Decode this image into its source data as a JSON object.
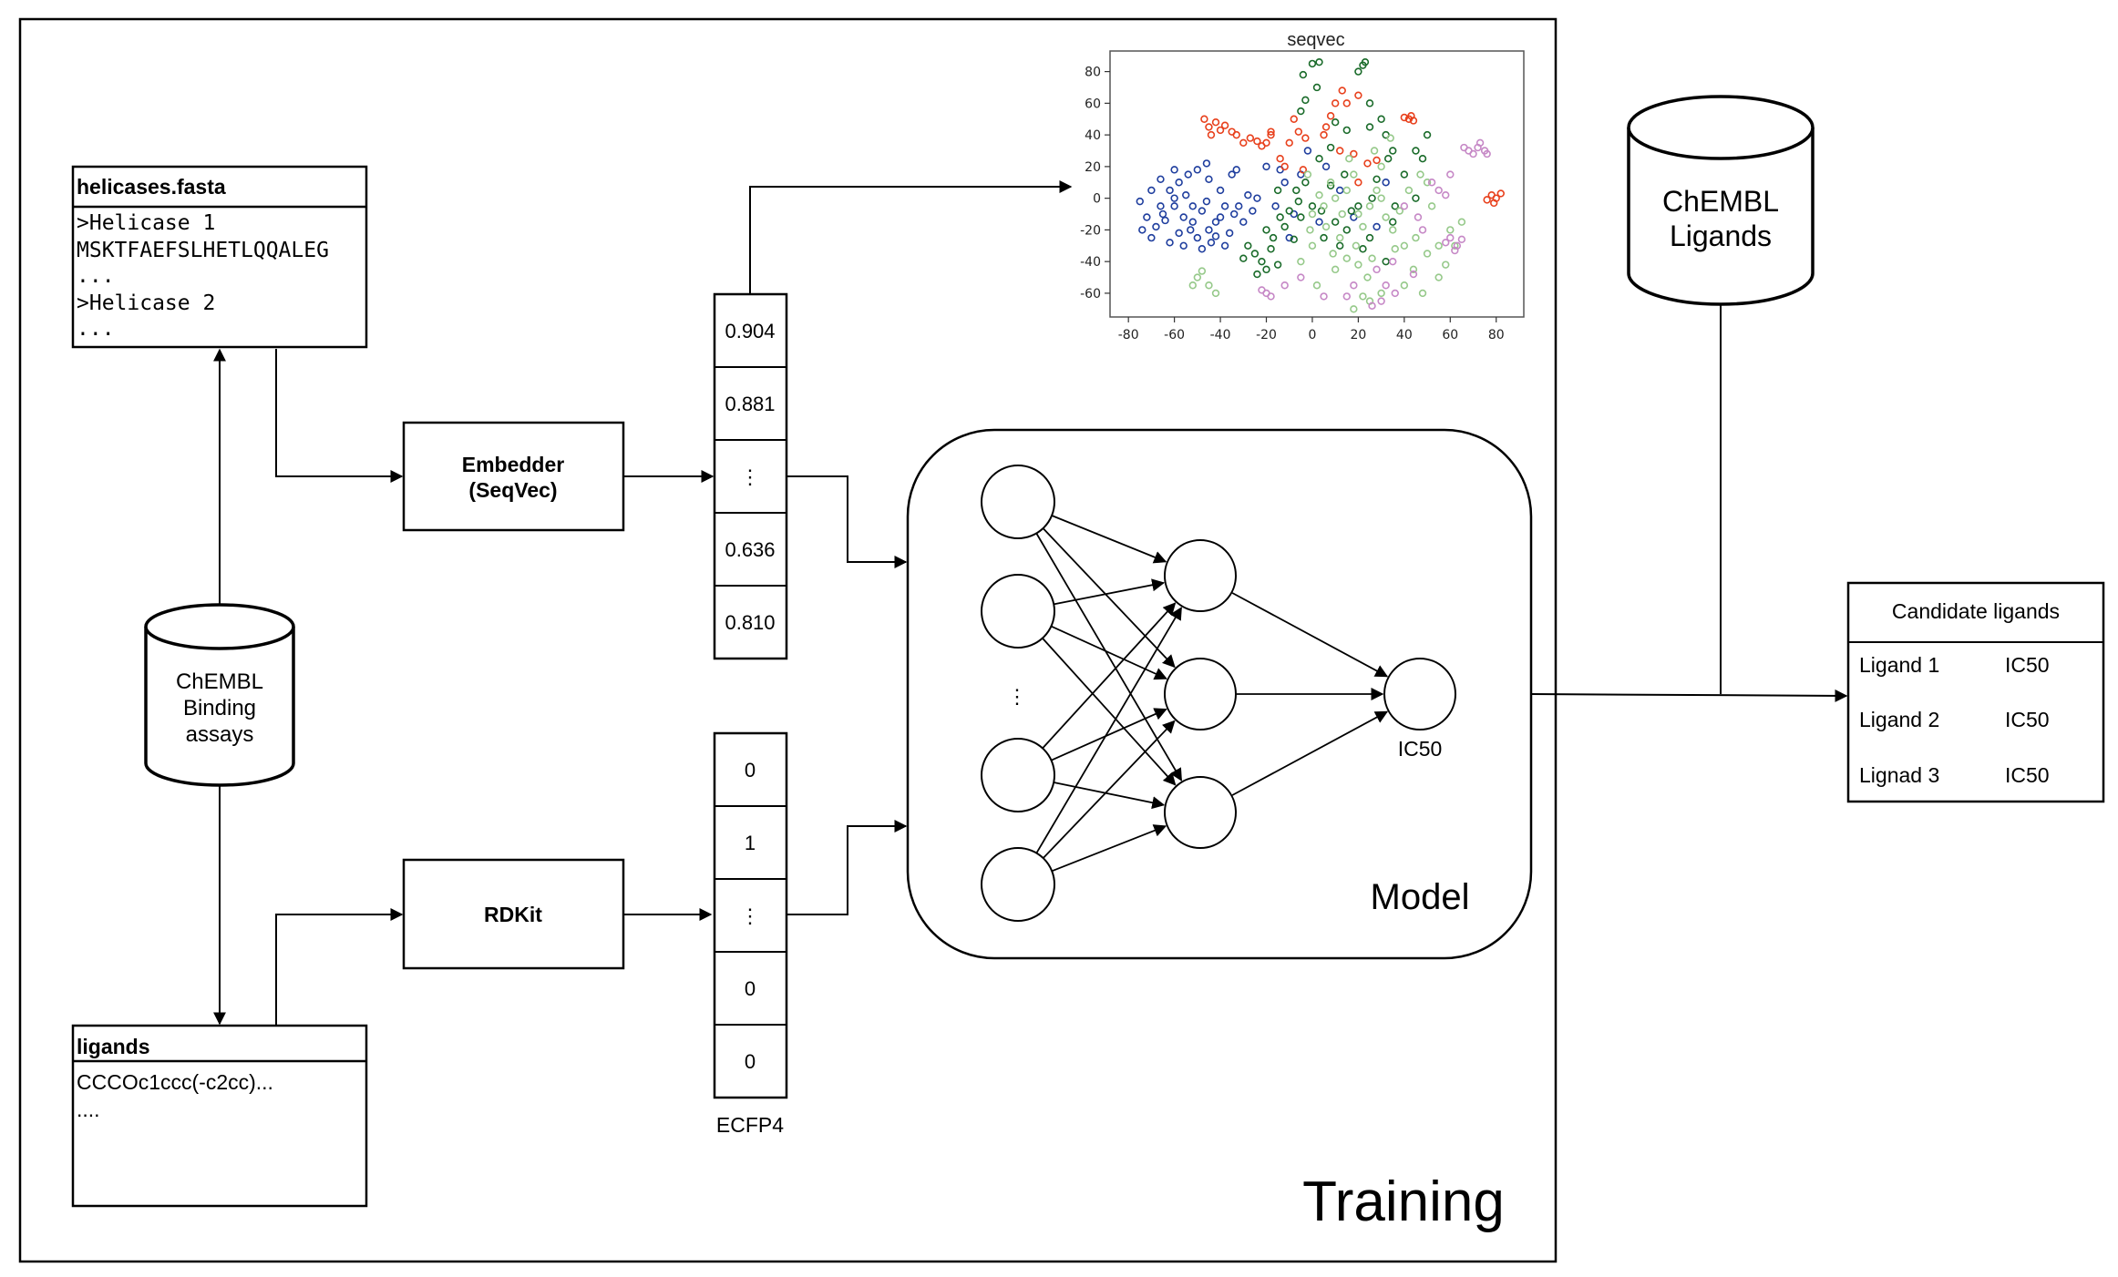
{
  "fasta_box": {
    "title": "helicases.fasta",
    "lines": [
      ">Helicase 1",
      "MSKTFAEFSLHETLQQALEG",
      "...",
      ">Helicase 2",
      "..."
    ]
  },
  "ligands_box": {
    "title": "ligands",
    "lines": [
      "CCCOc1ccc(-c2cc)...",
      "...."
    ]
  },
  "db_binding": {
    "lines": [
      "ChEMBL",
      "Binding",
      "assays"
    ]
  },
  "db_ligands": {
    "lines": [
      "ChEMBL",
      "Ligands"
    ]
  },
  "embedder": {
    "lines": [
      "Embedder",
      "(SeqVec)"
    ]
  },
  "rdkit": {
    "label": "RDKit"
  },
  "embedding_vector": {
    "cells": [
      "0.904",
      "0.881",
      "⋮",
      "0.636",
      "0.810"
    ]
  },
  "ecfp_vector": {
    "cells": [
      "0",
      "1",
      "⋮",
      "0",
      "0"
    ],
    "label": "ECFP4"
  },
  "model": {
    "label": "Model",
    "output_label": "IC50",
    "ellipsis": "⋮"
  },
  "training_label": "Training",
  "candidates": {
    "title": "Candidate ligands",
    "rows": [
      {
        "name": "Ligand 1",
        "value": "IC50"
      },
      {
        "name": "Ligand 2",
        "value": "IC50"
      },
      {
        "name": "Lignad 3",
        "value": "IC50"
      }
    ]
  },
  "chart_data": {
    "type": "scatter",
    "title": "seqvec",
    "xlabel": "",
    "ylabel": "",
    "xlim": [
      -88,
      92
    ],
    "ylim": [
      -75,
      93
    ],
    "xticks": [
      -80,
      -60,
      -40,
      -20,
      0,
      20,
      40,
      60,
      80
    ],
    "yticks": [
      80,
      60,
      40,
      20,
      0,
      -20,
      -40,
      -60
    ],
    "grid": false,
    "marker": "open-circle",
    "series": [
      {
        "color": "#1f3e9e",
        "points": [
          [
            -62,
            5
          ],
          [
            -58,
            10
          ],
          [
            -55,
            2
          ],
          [
            -60,
            -5
          ],
          [
            -65,
            -10
          ],
          [
            -52,
            -15
          ],
          [
            -48,
            -8
          ],
          [
            -45,
            -20
          ],
          [
            -50,
            -25
          ],
          [
            -58,
            -22
          ],
          [
            -68,
            -18
          ],
          [
            -72,
            -12
          ],
          [
            -75,
            -2
          ],
          [
            -70,
            5
          ],
          [
            -66,
            12
          ],
          [
            -54,
            15
          ],
          [
            -45,
            12
          ],
          [
            -40,
            5
          ],
          [
            -38,
            -5
          ],
          [
            -42,
            -15
          ],
          [
            -36,
            -22
          ],
          [
            -30,
            -15
          ],
          [
            -32,
            -5
          ],
          [
            -28,
            2
          ],
          [
            -56,
            -30
          ],
          [
            -48,
            -32
          ],
          [
            -62,
            -28
          ],
          [
            -44,
            -28
          ],
          [
            -66,
            -5
          ],
          [
            -60,
            0
          ],
          [
            -52,
            -5
          ],
          [
            -46,
            -2
          ],
          [
            -40,
            -12
          ],
          [
            -34,
            -10
          ],
          [
            -74,
            -20
          ],
          [
            -70,
            -25
          ],
          [
            -26,
            -8
          ],
          [
            -24,
            0
          ],
          [
            -35,
            15
          ],
          [
            -50,
            18
          ],
          [
            -60,
            18
          ],
          [
            -56,
            -12
          ],
          [
            -64,
            -14
          ],
          [
            -42,
            -24
          ],
          [
            -38,
            -30
          ],
          [
            -33,
            18
          ],
          [
            -46,
            22
          ],
          [
            -53,
            -20
          ],
          [
            -14,
            18
          ],
          [
            -12,
            10
          ],
          [
            -5,
            15
          ],
          [
            6,
            20
          ],
          [
            -8,
            -10
          ],
          [
            12,
            5
          ],
          [
            -16,
            -5
          ],
          [
            18,
            -12
          ],
          [
            -2,
            30
          ],
          [
            -20,
            20
          ],
          [
            32,
            10
          ],
          [
            28,
            -18
          ],
          [
            3,
            -15
          ],
          [
            -10,
            -25
          ]
        ]
      },
      {
        "color": "#e8401c",
        "points": [
          [
            -45,
            45
          ],
          [
            -42,
            48
          ],
          [
            -40,
            43
          ],
          [
            -38,
            46
          ],
          [
            -47,
            50
          ],
          [
            -44,
            40
          ],
          [
            -35,
            42
          ],
          [
            -30,
            35
          ],
          [
            -27,
            38
          ],
          [
            -24,
            36
          ],
          [
            -20,
            35
          ],
          [
            -18,
            40
          ],
          [
            -22,
            33
          ],
          [
            -3,
            38
          ],
          [
            -6,
            42
          ],
          [
            -10,
            35
          ],
          [
            -14,
            25
          ],
          [
            -12,
            20
          ],
          [
            -4,
            18
          ],
          [
            6,
            45
          ],
          [
            8,
            52
          ],
          [
            10,
            60
          ],
          [
            13,
            68
          ],
          [
            15,
            60
          ],
          [
            20,
            65
          ],
          [
            5,
            40
          ],
          [
            12,
            30
          ],
          [
            18,
            28
          ],
          [
            42,
            50
          ],
          [
            43,
            52
          ],
          [
            44,
            49
          ],
          [
            40,
            51
          ],
          [
            78,
            2
          ],
          [
            80,
            0
          ],
          [
            82,
            3
          ],
          [
            76,
            -1
          ],
          [
            79,
            -3
          ],
          [
            24,
            22
          ],
          [
            28,
            24
          ],
          [
            -18,
            42
          ],
          [
            -8,
            50
          ],
          [
            -33,
            40
          ],
          [
            20,
            10
          ]
        ]
      },
      {
        "color": "#1a6b2a",
        "points": [
          [
            -25,
            -35
          ],
          [
            -22,
            -40
          ],
          [
            -20,
            -45
          ],
          [
            -18,
            -32
          ],
          [
            -15,
            -42
          ],
          [
            -28,
            -30
          ],
          [
            -24,
            -48
          ],
          [
            -30,
            -38
          ],
          [
            -5,
            55
          ],
          [
            -3,
            62
          ],
          [
            2,
            70
          ],
          [
            -4,
            78
          ],
          [
            0,
            85
          ],
          [
            3,
            86
          ],
          [
            20,
            80
          ],
          [
            22,
            84
          ],
          [
            23,
            86
          ],
          [
            10,
            48
          ],
          [
            15,
            43
          ],
          [
            25,
            45
          ],
          [
            30,
            50
          ],
          [
            32,
            40
          ],
          [
            35,
            30
          ],
          [
            45,
            30
          ],
          [
            48,
            25
          ],
          [
            50,
            40
          ],
          [
            -10,
            -8
          ],
          [
            -12,
            -18
          ],
          [
            -5,
            -12
          ],
          [
            -6,
            -2
          ],
          [
            0,
            -5
          ],
          [
            4,
            -8
          ],
          [
            -14,
            -12
          ],
          [
            -8,
            -26
          ],
          [
            12,
            -30
          ],
          [
            25,
            -25
          ],
          [
            35,
            -15
          ],
          [
            36,
            -5
          ],
          [
            15,
            -20
          ],
          [
            5,
            -25
          ],
          [
            20,
            -5
          ],
          [
            10,
            -15
          ],
          [
            -20,
            -20
          ],
          [
            -3,
            10
          ],
          [
            8,
            8
          ],
          [
            28,
            12
          ],
          [
            40,
            15
          ],
          [
            22,
            -32
          ],
          [
            32,
            -40
          ],
          [
            3,
            25
          ],
          [
            -15,
            5
          ],
          [
            -7,
            5
          ],
          [
            14,
            15
          ],
          [
            17,
            -8
          ],
          [
            26,
            0
          ],
          [
            -17,
            -25
          ],
          [
            45,
            0
          ],
          [
            8,
            32
          ],
          [
            25,
            60
          ],
          [
            33,
            25
          ]
        ]
      },
      {
        "color": "#96c98a",
        "points": [
          [
            -50,
            -50
          ],
          [
            -48,
            -46
          ],
          [
            -52,
            -55
          ],
          [
            -45,
            -55
          ],
          [
            -42,
            -60
          ],
          [
            0,
            -10
          ],
          [
            5,
            -5
          ],
          [
            10,
            0
          ],
          [
            15,
            5
          ],
          [
            20,
            -10
          ],
          [
            25,
            -5
          ],
          [
            30,
            0
          ],
          [
            35,
            -20
          ],
          [
            40,
            -30
          ],
          [
            45,
            -25
          ],
          [
            50,
            -35
          ],
          [
            55,
            -30
          ],
          [
            60,
            -20
          ],
          [
            65,
            -15
          ],
          [
            62,
            -30
          ],
          [
            55,
            -50
          ],
          [
            48,
            -60
          ],
          [
            30,
            -60
          ],
          [
            25,
            -65
          ],
          [
            22,
            -62
          ],
          [
            18,
            -70
          ],
          [
            10,
            -45
          ],
          [
            15,
            -38
          ],
          [
            20,
            -42
          ],
          [
            0,
            -30
          ],
          [
            -5,
            -40
          ],
          [
            8,
            10
          ],
          [
            18,
            15
          ],
          [
            28,
            5
          ],
          [
            38,
            -8
          ],
          [
            42,
            5
          ],
          [
            52,
            -5
          ],
          [
            12,
            -25
          ],
          [
            22,
            -18
          ],
          [
            32,
            -12
          ],
          [
            6,
            -18
          ],
          [
            26,
            -38
          ],
          [
            36,
            -32
          ],
          [
            44,
            -45
          ],
          [
            16,
            25
          ],
          [
            30,
            20
          ],
          [
            3,
            2
          ],
          [
            13,
            -10
          ],
          [
            24,
            -50
          ],
          [
            40,
            -55
          ],
          [
            58,
            -42
          ],
          [
            50,
            10
          ],
          [
            2,
            -55
          ],
          [
            -2,
            15
          ],
          [
            34,
            38
          ],
          [
            47,
            15
          ],
          [
            19,
            -30
          ],
          [
            27,
            30
          ],
          [
            -1,
            -20
          ],
          [
            9,
            -35
          ]
        ]
      },
      {
        "color": "#c688c6",
        "points": [
          [
            68,
            30
          ],
          [
            72,
            32
          ],
          [
            75,
            30
          ],
          [
            70,
            28
          ],
          [
            73,
            35
          ],
          [
            66,
            32
          ],
          [
            76,
            28
          ],
          [
            60,
            -25
          ],
          [
            63,
            -30
          ],
          [
            58,
            -28
          ],
          [
            62,
            -33
          ],
          [
            65,
            -26
          ],
          [
            55,
            5
          ],
          [
            58,
            2
          ],
          [
            52,
            10
          ],
          [
            32,
            -55
          ],
          [
            36,
            -60
          ],
          [
            -20,
            -60
          ],
          [
            -18,
            -62
          ],
          [
            -22,
            -58
          ],
          [
            30,
            -65
          ],
          [
            26,
            -68
          ],
          [
            -12,
            -55
          ],
          [
            46,
            -12
          ],
          [
            40,
            -5
          ],
          [
            5,
            -62
          ],
          [
            48,
            -20
          ],
          [
            18,
            -55
          ],
          [
            35,
            -40
          ],
          [
            -5,
            -50
          ],
          [
            60,
            15
          ],
          [
            15,
            -62
          ],
          [
            28,
            -45
          ],
          [
            44,
            -48
          ]
        ]
      }
    ]
  }
}
